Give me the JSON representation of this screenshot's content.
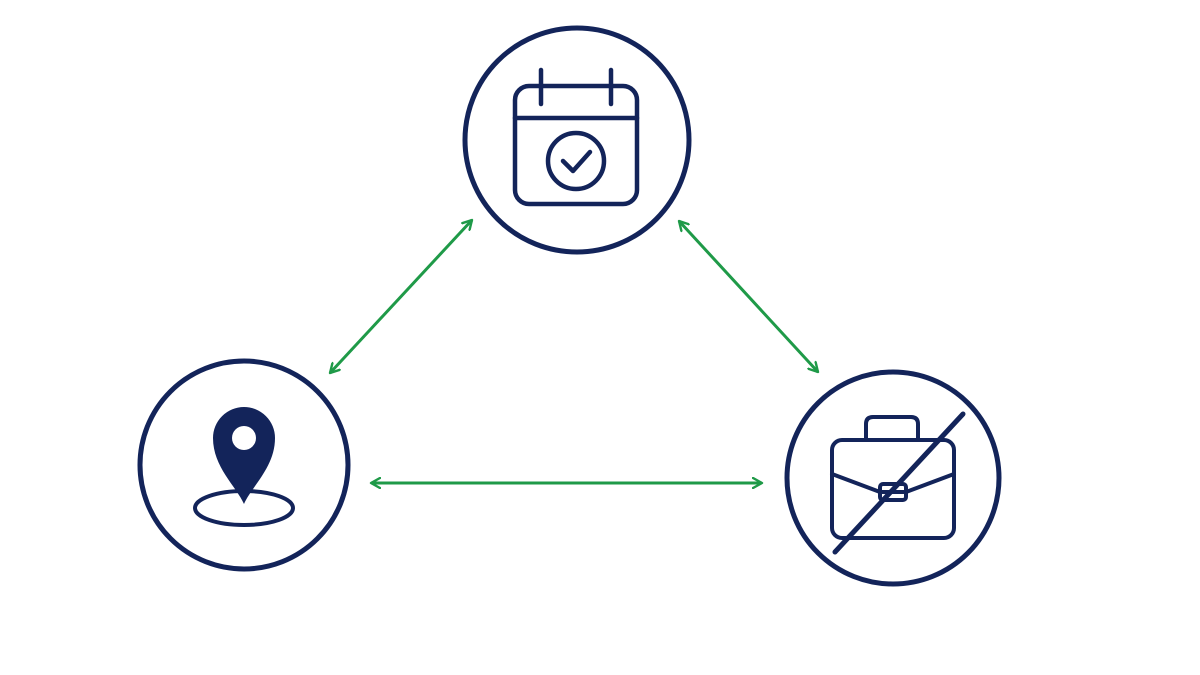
{
  "diagram": {
    "nodes": [
      {
        "id": "calendar",
        "icon": "calendar-check-icon"
      },
      {
        "id": "location",
        "icon": "location-pin-icon"
      },
      {
        "id": "work",
        "icon": "briefcase-crossed-out-icon"
      }
    ],
    "edges": [
      {
        "from": "location",
        "to": "calendar",
        "bidirectional": true
      },
      {
        "from": "calendar",
        "to": "work",
        "bidirectional": true
      },
      {
        "from": "location",
        "to": "work",
        "bidirectional": true
      }
    ],
    "colors": {
      "background": "#ffffff",
      "icon_stroke": "#13245a",
      "arrow": "#1f9a48"
    }
  }
}
